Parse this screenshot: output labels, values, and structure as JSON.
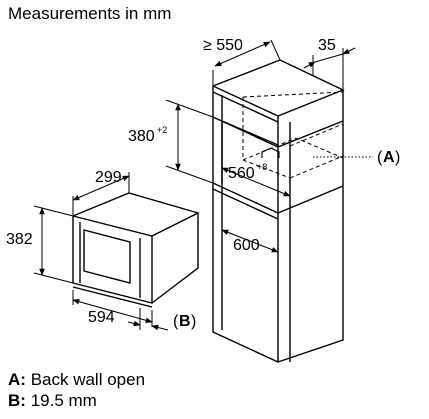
{
  "title": "Measurements in mm",
  "dimensions": {
    "cabinet_depth": "≥ 550",
    "top_offset": "35",
    "niche_height": "380",
    "niche_height_tol": "+2",
    "niche_width": "560",
    "niche_width_tol": "+8",
    "cabinet_inner_depth": "600",
    "appliance_depth": "299",
    "appliance_height": "382",
    "appliance_width": "594"
  },
  "labels": {
    "a_open": "(",
    "a_letter": "A",
    "a_close": ")",
    "b_open": "(",
    "b_letter": "B",
    "b_close": ")"
  },
  "legend": {
    "a_key": "A:",
    "a_text": "Back wall open",
    "b_key": "B:",
    "b_text": "19.5 mm"
  }
}
